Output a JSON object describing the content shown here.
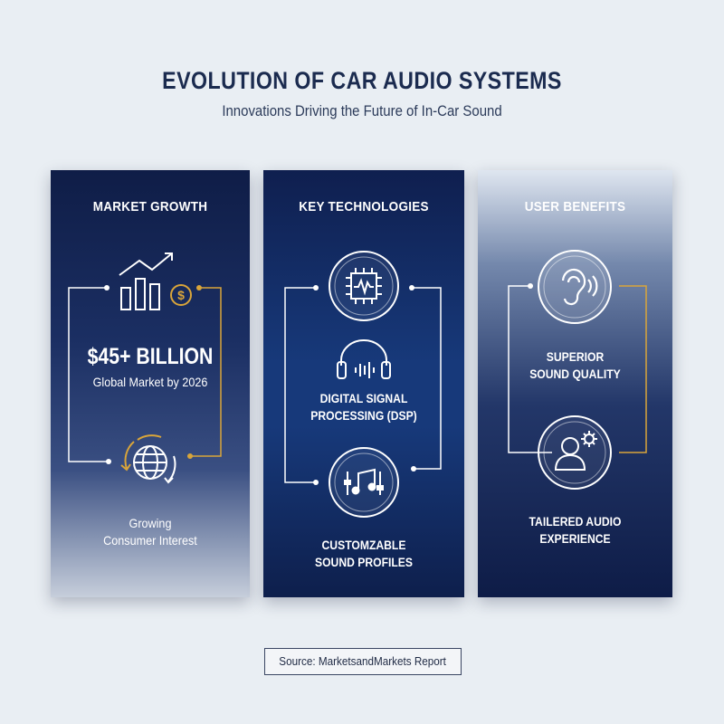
{
  "header": {
    "title": "EVOLUTION OF CAR AUDIO SYSTEMS",
    "subtitle": "Innovations Driving the Future of In-Car Sound"
  },
  "panels": [
    {
      "heading": "MARKET GROWTH",
      "stat_value": "$45+ BILLION",
      "stat_caption": "Global Market by 2026",
      "footer_line1": "Growing",
      "footer_line2": "Consumer Interest",
      "icons": [
        "growth-chart-icon",
        "globe-cycle-icon"
      ]
    },
    {
      "heading": "KEY TECHNOLOGIES",
      "item1_line1": "DIGITAL SIGNAL",
      "item1_line2": "PROCESSING (DSP)",
      "item2_line1": "CUSTOMZABLE",
      "item2_line2": "SOUND PROFILES",
      "icons": [
        "chip-waveform-icon",
        "headphones-icon",
        "music-equalizer-icon"
      ]
    },
    {
      "heading": "USER BENEFITS",
      "item1_line1": "SUPERIOR",
      "item1_line2": "SOUND QUALITY",
      "item2_line1": "TAILERED AUDIO",
      "item2_line2": "EXPERIENCE",
      "icons": [
        "ear-icon",
        "user-gear-icon"
      ]
    }
  ],
  "source": "Source: MarketsandMarkets Report",
  "colors": {
    "background": "#e9eef3",
    "title": "#1b2b4f",
    "accent_gold": "#d9a53a",
    "icon_white": "#ffffff"
  }
}
